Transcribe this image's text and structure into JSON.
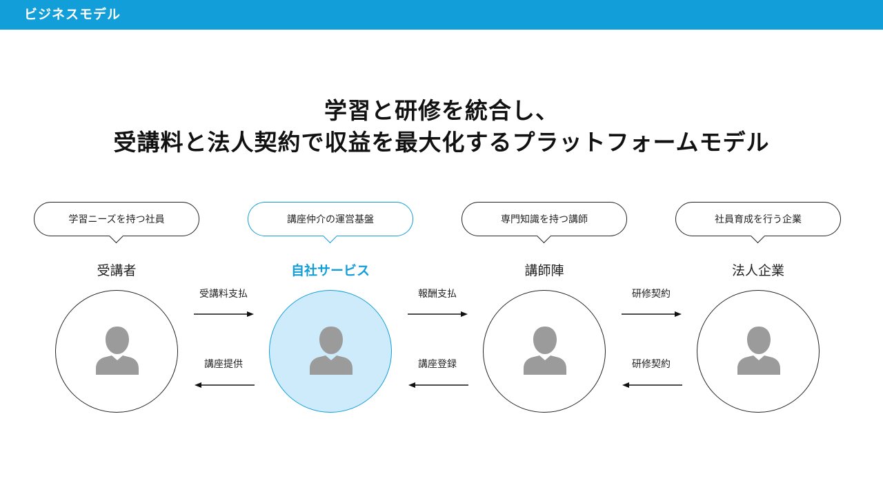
{
  "header": {
    "title": "ビジネスモデル"
  },
  "headline": {
    "line1": "学習と研修を統合し、",
    "line2": "受講料と法人契約で収益を最大化するプラットフォームモデル"
  },
  "actors": [
    {
      "bubble": "学習ニーズを持つ社員",
      "name": "受講者",
      "icon": "person-icon"
    },
    {
      "bubble": "講座仲介の運営基盤",
      "name": "自社サービス",
      "icon": "person-icon"
    },
    {
      "bubble": "専門知識を持つ講師",
      "name": "講師陣",
      "icon": "person-icon"
    },
    {
      "bubble": "社員育成を行う企業",
      "name": "法人企業",
      "icon": "person-icon"
    }
  ],
  "flows": [
    {
      "top_label": "受講料支払",
      "bottom_label": "講座提供"
    },
    {
      "top_label": "報酬支払",
      "bottom_label": "講座登録"
    },
    {
      "top_label": "研修契約",
      "bottom_label": "研修契約"
    }
  ],
  "colors": {
    "accent": "#129ed8",
    "highlight_fill": "#cdebfa",
    "icon": "#9b9b9b",
    "stroke": "#222222"
  }
}
